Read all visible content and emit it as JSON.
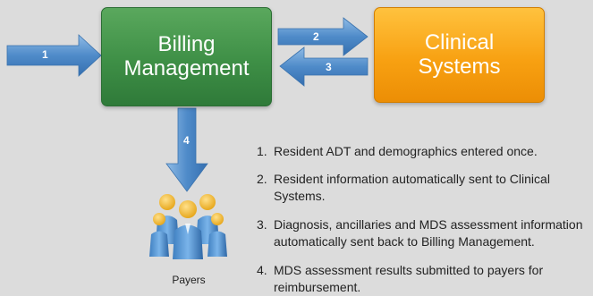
{
  "billing_box": {
    "line1": "Billing",
    "line2": "Management"
  },
  "clinical_box": {
    "line1": "Clinical",
    "line2": "Systems"
  },
  "arrows": {
    "a1": "1",
    "a2": "2",
    "a3": "3",
    "a4": "4"
  },
  "payers": {
    "label": "Payers"
  },
  "steps": [
    {
      "num": "1.",
      "text": "Resident ADT and demographics entered once."
    },
    {
      "num": "2.",
      "text": "Resident information automatically sent to Clinical Systems."
    },
    {
      "num": "3.",
      "text": "Diagnosis, ancillaries and MDS assessment information automatically sent back to Billing Management."
    },
    {
      "num": "4.",
      "text": "MDS assessment results submitted to payers for reimbursement."
    }
  ],
  "colors": {
    "background": "#dcdcdc",
    "billing_green": "#3e8f46",
    "clinical_orange": "#f8a112",
    "arrow_blue": "#4f8bc9"
  },
  "icons": {
    "payers": "people-group-icon"
  }
}
